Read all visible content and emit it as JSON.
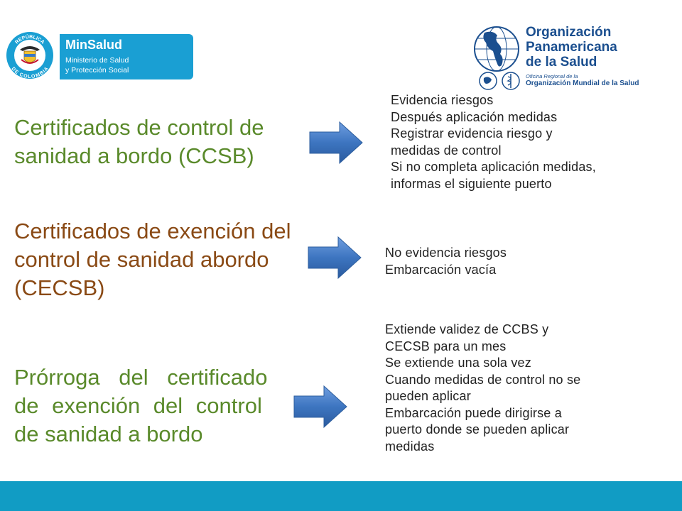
{
  "logos": {
    "minsalud": {
      "seal_top_text": "REPÚBLICA",
      "seal_bottom_text": "DE COLOMBIA",
      "name": "MinSalud",
      "line1": "Ministerio de Salud",
      "line2": "y Protección Social",
      "color": "#1a9fd3"
    },
    "ops": {
      "line1": "Organización",
      "line2": "Panamericana",
      "line3": "de la Salud",
      "sub1": "Oficina Regional de la",
      "sub2": "Organización Mundial de la Salud",
      "color": "#1b4f8f"
    }
  },
  "sections": [
    {
      "heading_lines": [
        "Certificados de control de",
        "sanidad a bordo (CCSB)"
      ],
      "heading_color": "#5a8a2b",
      "items": [
        "Evidencia riesgos",
        "Después aplicación medidas",
        "Registrar evidencia riesgo y",
        "medidas de control",
        "Si no completa aplicación medidas,",
        "informas el siguiente puerto"
      ]
    },
    {
      "heading_lines": [
        "Certificados de exención del",
        "control de sanidad abordo",
        "(CECSB)"
      ],
      "heading_color": "#8a4a15",
      "items": [
        "No evidencia riesgos",
        "Embarcación vacía"
      ]
    },
    {
      "heading_lines": [
        "Prórroga del certificado",
        "de exención del control",
        "de sanidad a bordo"
      ],
      "heading_color": "#5a8a2b",
      "items": [
        "Extiende validez de CCBS y",
        "CECSB para un mes",
        "Se extiende una sola vez",
        "Cuando medidas de control no se",
        "pueden aplicar",
        "Embarcación puede dirigirse a",
        "puerto donde se pueden aplicar",
        "medidas"
      ]
    }
  ],
  "icons": [
    "colombia-seal-icon",
    "paho-globe-icon",
    "paho-emblem-icon",
    "who-emblem-icon",
    "right-arrow-icon"
  ],
  "colors": {
    "bottom_bar": "#119cc4",
    "arrow": "#3d75c0"
  }
}
